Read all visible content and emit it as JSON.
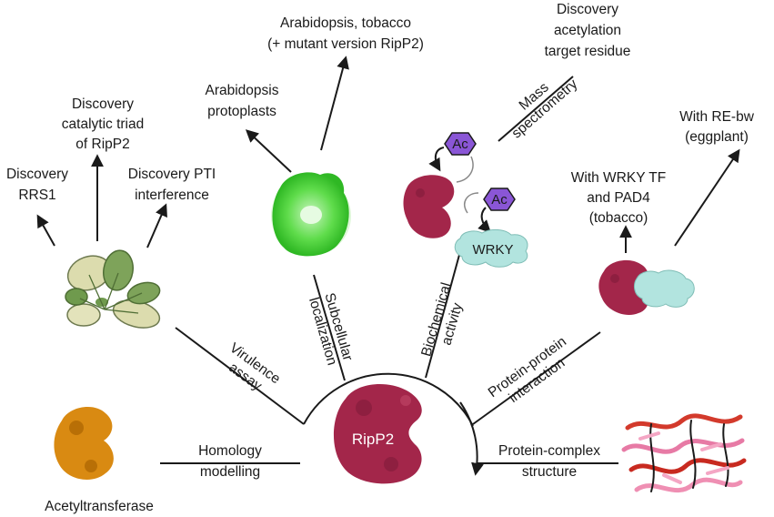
{
  "center": {
    "label": "RipP2"
  },
  "spokes": {
    "virulence": [
      "Virulence",
      "assay"
    ],
    "subcellular": [
      "Subcellular",
      "localization"
    ],
    "biochemical": [
      "Biochemical",
      "activity"
    ],
    "ppi": [
      "Protein-protein",
      "interaction"
    ],
    "complex": [
      "Protein-complex",
      "structure"
    ],
    "homology": [
      "Homology",
      "modelling"
    ]
  },
  "outcomes": {
    "rrs1": [
      "Discovery",
      "RRS1"
    ],
    "triad": [
      "Discovery",
      "catalytic triad",
      "of RipP2"
    ],
    "pti": [
      "Discovery PTI",
      "interference"
    ],
    "protoplasts": [
      "Arabidopsis",
      "protoplasts"
    ],
    "tobacco": [
      "Arabidopsis, tobacco",
      "(+ mutant version RipP2)"
    ],
    "acetylation": [
      "Discovery",
      "acetylation",
      "target residue"
    ],
    "mass_spec": [
      "Mass",
      "spectrometry"
    ],
    "wrky_pad4": [
      "With WRKY TF",
      "and PAD4",
      "(tobacco)"
    ],
    "rebw": [
      "With RE-bw",
      "(eggplant)"
    ]
  },
  "molecules": {
    "ac1": "Ac",
    "ac2": "Ac",
    "wrky": "WRKY"
  },
  "acetyltransferase": "Acetyltransferase",
  "colors": {
    "ripp2": "#a3264a",
    "ripp2_dark": "#7d1a36",
    "wrky": "#b2e4df",
    "ac": "#8a56d6",
    "acetyltransferase": "#d98a12",
    "gfp": "#4ed23c",
    "leaf": "#7ea35a",
    "leaf_pale": "#dcdcae"
  }
}
